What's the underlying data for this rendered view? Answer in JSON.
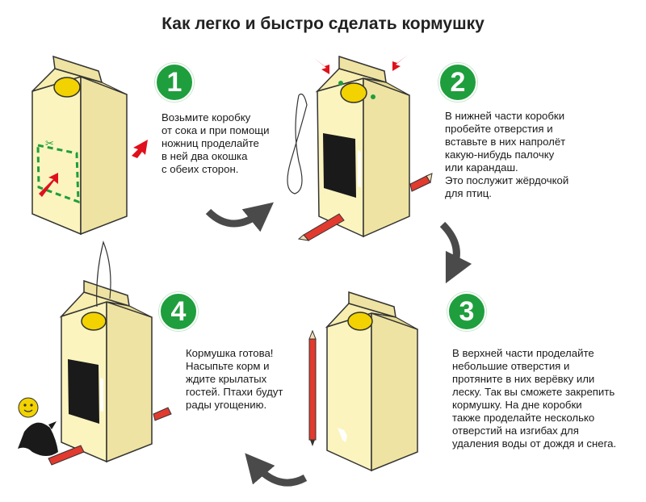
{
  "title": "Как легко и быстро сделать кормушку",
  "steps": [
    {
      "number": "1",
      "text": "Возьмите коробку\nот сока и при помощи\nножниц проделайте\nв ней два окошка\nс обеих сторон."
    },
    {
      "number": "2",
      "text": "В нижней части коробки\nпробейте отверстия и\nвставьте в них напролёт\nкакую-нибудь палочку\nили карандаш.\nЭто послужит жёрдочкой\nдля птиц."
    },
    {
      "number": "3",
      "text": "В верхней части проделайте\nнебольшие отверстия и\nпротяните в них верёвку или\nлеску. Так вы сможете закрепить\nкормушку. На дне коробки\nтакже проделайте несколько\nотверстий на изгибах для\nудаления воды от дождя и снега."
    },
    {
      "number": "4",
      "text": "Кормушка готова!\nНасыпьте корм и\nждите крылатых\nгостей. Птахи будут\nрады угощению."
    }
  ],
  "colors": {
    "box_front": "#fbf4bf",
    "box_side": "#eee3a2",
    "cap": "#f2d200",
    "badge": "#1f9e3d",
    "arrow_red": "#e0101c",
    "arrow_grey": "#4a4a4a",
    "pencil": "#e23a2e"
  }
}
